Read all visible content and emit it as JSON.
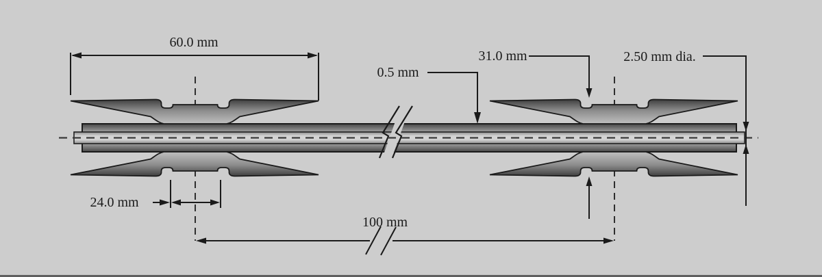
{
  "figure": {
    "kind": "engineering-dimension-drawing",
    "subject": "razor barbed tape concertina wire cross-section",
    "background_color": "#cdcdcd",
    "outline_color": "#1a1a1a",
    "bottom_edge_color": "#5f5f5f",
    "labels": {
      "blade_width": "60.0 mm",
      "tape_thickness": "0.5 mm",
      "barb_span": "31.0 mm",
      "wire_diameter": "2.50 mm dia.",
      "clamp_width": "24.0 mm",
      "barb_spacing": "100 mm"
    }
  }
}
